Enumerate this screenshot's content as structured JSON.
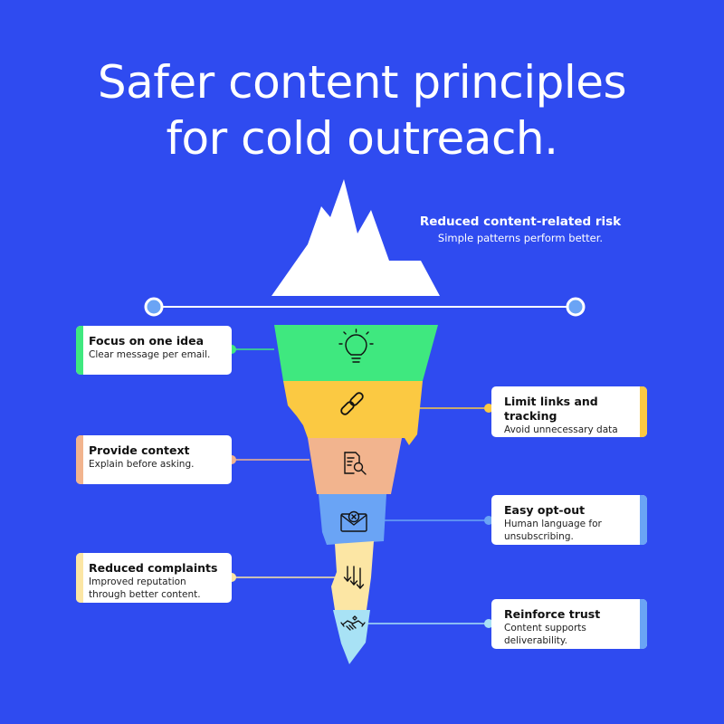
{
  "title": {
    "line1": "Safer content principles",
    "line2": "for cold outreach."
  },
  "tip": {
    "heading": "Reduced content-related risk",
    "subtext": "Simple patterns perform better."
  },
  "cards": [
    {
      "heading": "Focus on one idea",
      "subtext": "Clear message per email.",
      "color": "#3FE87F",
      "icon": "lightbulb-icon"
    },
    {
      "heading": "Limit links and tracking",
      "subtext": "Avoid unnecessary data collection.",
      "color": "#FBC942",
      "icon": "link-icon"
    },
    {
      "heading": "Provide context",
      "subtext": "Explain before asking.",
      "color": "#F2B48E",
      "icon": "document-search-icon"
    },
    {
      "heading": "Easy opt-out",
      "subtext": "Human language for unsubscribing.",
      "color": "#6AA4F5",
      "icon": "envelope-x-icon"
    },
    {
      "heading": "Reduced complaints",
      "subtext": "Improved reputation through better content.",
      "color": "#FCE6A4",
      "icon": "arrows-down-icon"
    },
    {
      "heading": "Reinforce trust",
      "subtext": "Content supports deliverability.",
      "color": "#A8E2F5",
      "icon": "handshake-icon"
    }
  ],
  "colors": {
    "background": "#2F4BF0",
    "white": "#FFFFFF",
    "line_endpoint": "#6AA4F5"
  }
}
